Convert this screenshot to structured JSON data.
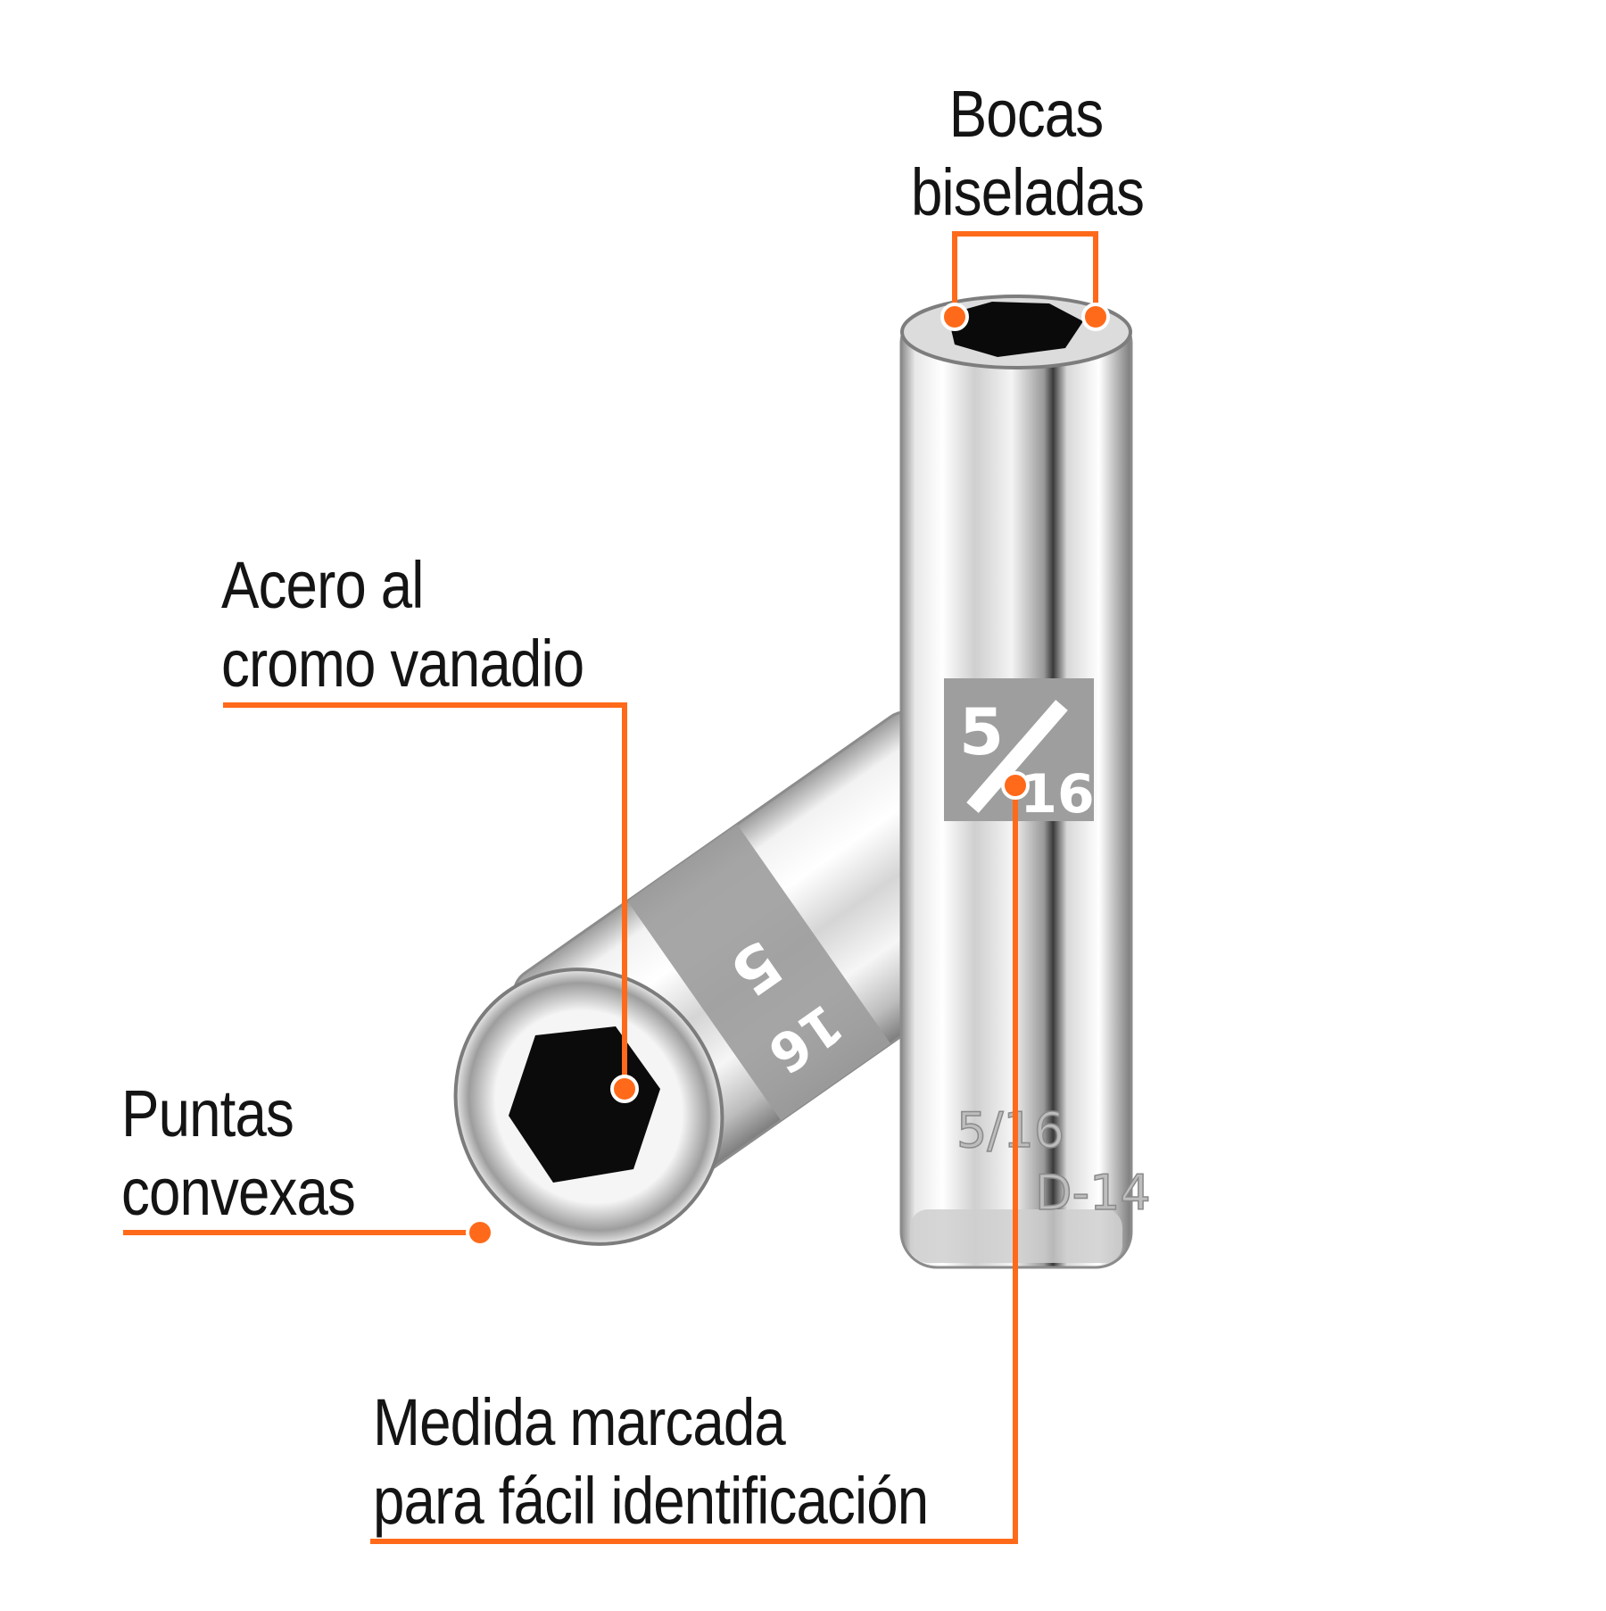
{
  "accent_color": "#ff6a1a",
  "background_color": "#ffffff",
  "callouts": {
    "bocas": {
      "line1": "Bocas",
      "line2": "biseladas"
    },
    "acero": {
      "line1": "Acero al",
      "line2": "cromo vanadio"
    },
    "puntas": {
      "line1": "Puntas",
      "line2": "convexas"
    },
    "medida": {
      "line1": "Medida marcada",
      "line2": "para fácil identificación"
    }
  },
  "products": {
    "standing_socket": {
      "label_size": {
        "top": "5",
        "bottom": "16"
      },
      "engraving_line1": "5/16",
      "engraving_line2": "D-14"
    },
    "lying_socket": {
      "label_size": {
        "top": "5",
        "bottom": "16"
      }
    }
  }
}
